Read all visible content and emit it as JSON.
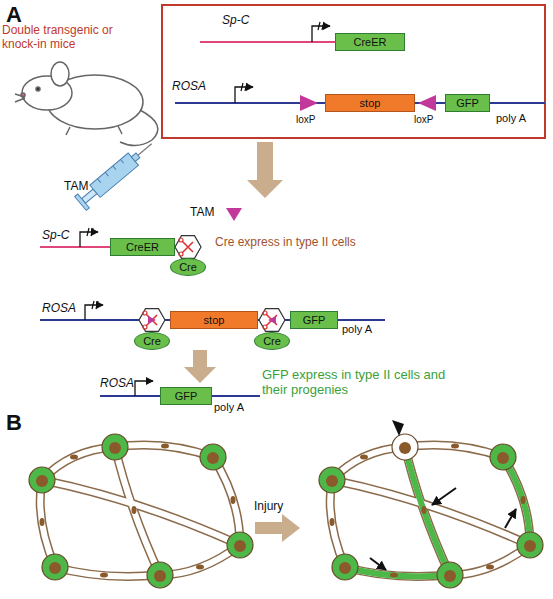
{
  "diagram": {
    "nodes": [
      {
        "text": [
          "CreER"
        ]
      },
      {
        "text": [
          "stop"
        ]
      },
      {
        "text": [
          "GFP"
        ]
      },
      {
        "text": [
          "CreER"
        ]
      },
      {
        "text": [
          "Cre"
        ]
      },
      {
        "text": [
          "stop"
        ]
      },
      {
        "text": [
          "Cre"
        ]
      },
      {
        "text": [
          "Cre"
        ]
      },
      {
        "text": [
          "GFP"
        ]
      },
      {
        "text": [
          "GFP"
        ]
      }
    ],
    "labels": [
      "A",
      "Double transgenic or knock-in mice",
      "Sp-C",
      "ROSA",
      "loxP",
      "loxP",
      "poly A",
      "TAM",
      "TAM",
      "Sp-C",
      "Cre express in type II cells",
      "ROSA",
      "poly A",
      "ROSA",
      "poly A",
      "GFP express in type II cells and their progenies",
      "B",
      "Injury"
    ]
  }
}
